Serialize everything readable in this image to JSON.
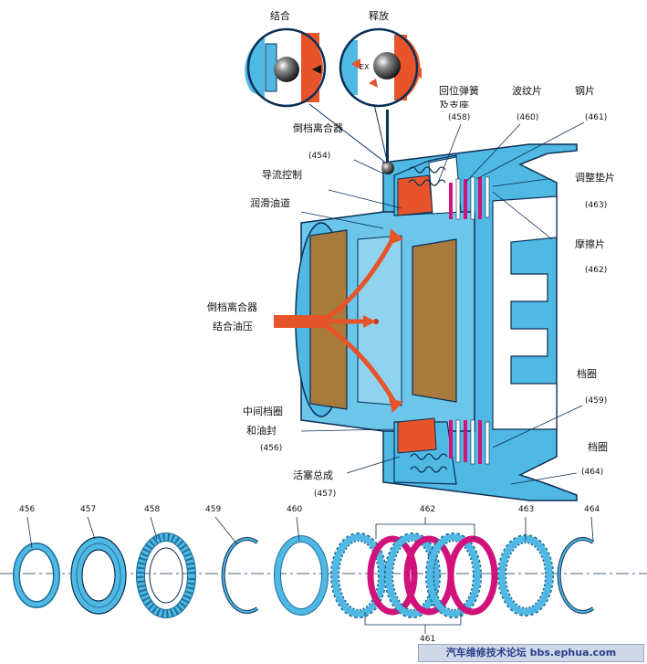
{
  "detail_labels": {
    "engaged": "结合",
    "released": "释放",
    "ex": "EX",
    "clutch_name": "倒档离合器"
  },
  "labels": {
    "return_spring": "回位弹簧",
    "return_spring_2": "及支座",
    "wave_plate": "波纹片",
    "steel_plate": "钢片",
    "guide_control": "导流控制",
    "lube_passage": "润滑油道",
    "adjust_shim": "调整垫片",
    "friction_plate": "摩擦片",
    "apply_pressure_1": "倒档离合器",
    "apply_pressure_2": "结合油压",
    "snap_ring_1": "档圈",
    "intermediate_ring_1": "中间档圈",
    "intermediate_ring_2": "和油封",
    "piston_assembly": "活塞总成",
    "snap_ring_2": "档圈"
  },
  "refs": {
    "r454": "(454)",
    "r458": "(458)",
    "r460": "(460)",
    "r461": "(461)",
    "r463": "(463)",
    "r462": "(462)",
    "r459": "(459)",
    "r456": "(456)",
    "r457": "(457)",
    "r464": "(464)"
  },
  "parts": {
    "p456": "456",
    "p457": "457",
    "p458": "458",
    "p459": "459",
    "p460": "460",
    "p462": "462",
    "p463": "463",
    "p464": "464",
    "p461": "461"
  },
  "watermark": "汽车维修技术论坛 bbs.ephua.com",
  "colors": {
    "housing": "#4fb8e3",
    "housing_dark": "#1f6f9c",
    "piston": "#e8542a",
    "friction": "#d0127a",
    "brown": "#a87a3c",
    "outline": "#0b2f55"
  }
}
